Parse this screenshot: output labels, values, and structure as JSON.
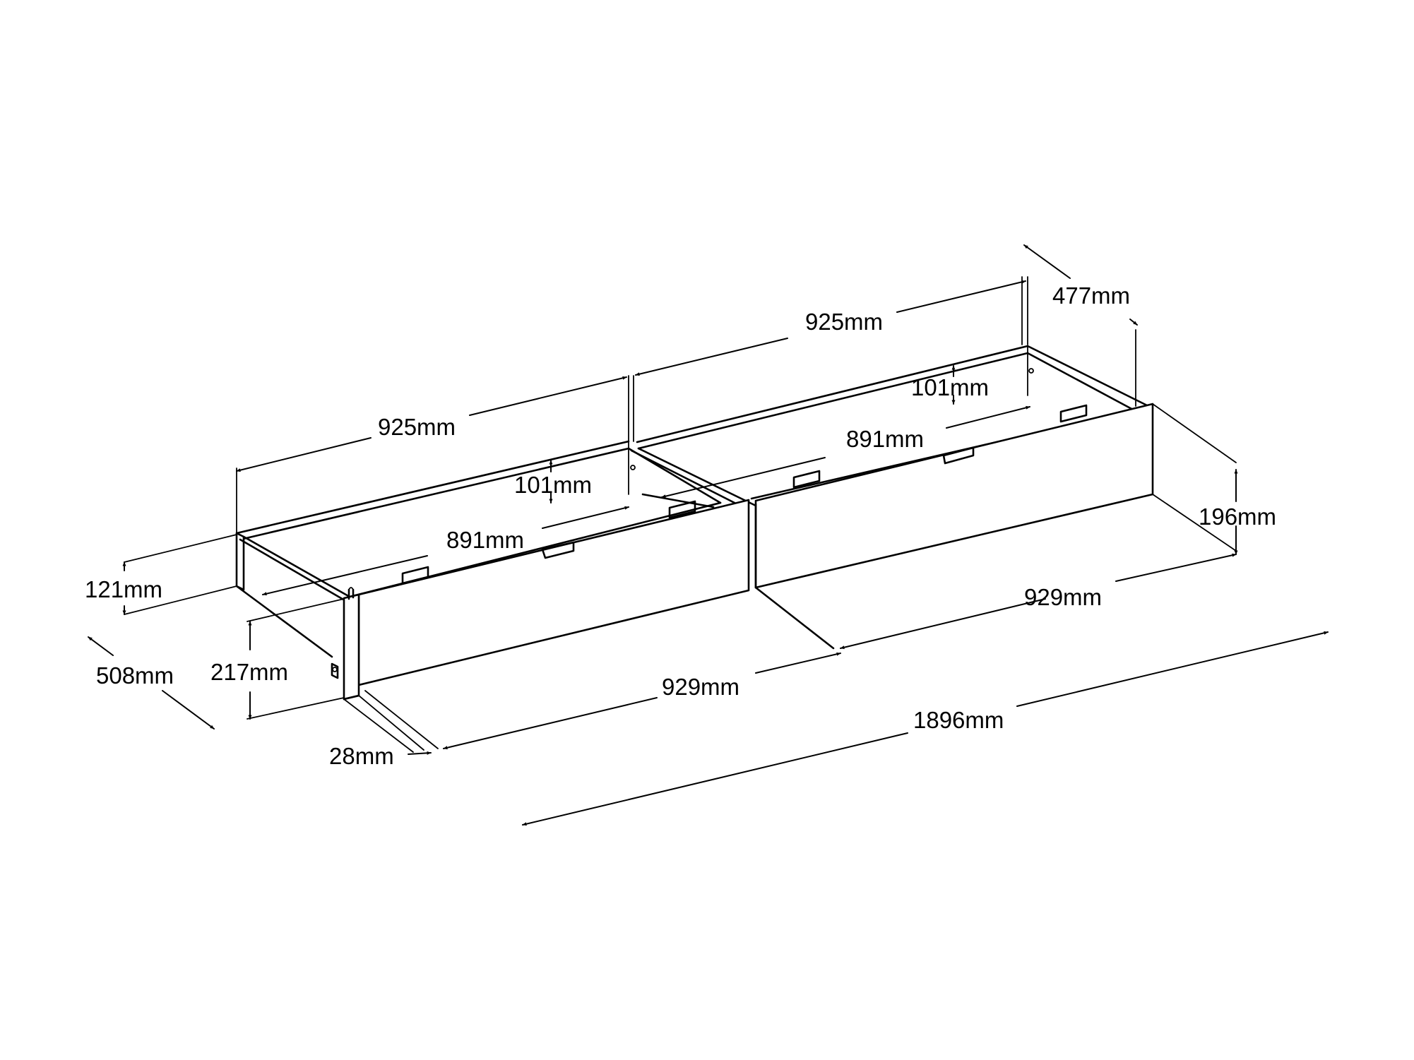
{
  "dimensions": {
    "top_left_length": "925mm",
    "top_right_length": "925mm",
    "depth_back_right": "477mm",
    "inner_offset_right": "101mm",
    "inner_offset_left": "101mm",
    "inner_length_right": "891mm",
    "inner_length_left": "891mm",
    "front_height_right": "196mm",
    "side_height_left": "121mm",
    "depth_front_left": "508mm",
    "front_height_left": "217mm",
    "front_length_left": "929mm",
    "front_length_right": "929mm",
    "total_length": "1896mm",
    "handle_thickness": "28mm"
  }
}
